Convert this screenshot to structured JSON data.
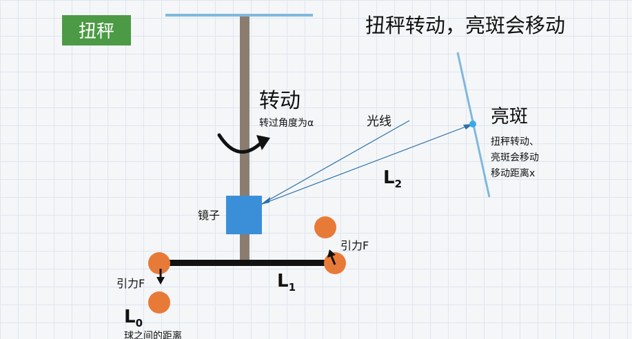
{
  "tag": {
    "label": "扭秤",
    "color": "#4c9a45"
  },
  "title": "扭秤转动，亮斑会移动",
  "rotation": {
    "heading": "转动",
    "note": "转过角度为α"
  },
  "light_label": "光线",
  "spot": {
    "heading": "亮斑",
    "lines": [
      "扭秤转动、",
      "亮斑会移动",
      "移动距离x"
    ]
  },
  "mirror_label": "镜子",
  "force_right": "引力F",
  "force_left": "引力F",
  "symbols": {
    "L2": {
      "letter": "L",
      "sub": "2"
    },
    "L1": {
      "letter": "L",
      "sub": "1"
    },
    "L0": {
      "letter": "L",
      "sub": "0"
    }
  },
  "ball_gap_note": "球之间的距离",
  "colors": {
    "ceiling": "#7fb8dc",
    "fiber": "#8a7d70",
    "mirror": "#3b8fd9",
    "ball": "#e87a38",
    "ray": "#2d6fa8",
    "screen": "#7fb8dc",
    "spot": "#3aa8e8"
  }
}
